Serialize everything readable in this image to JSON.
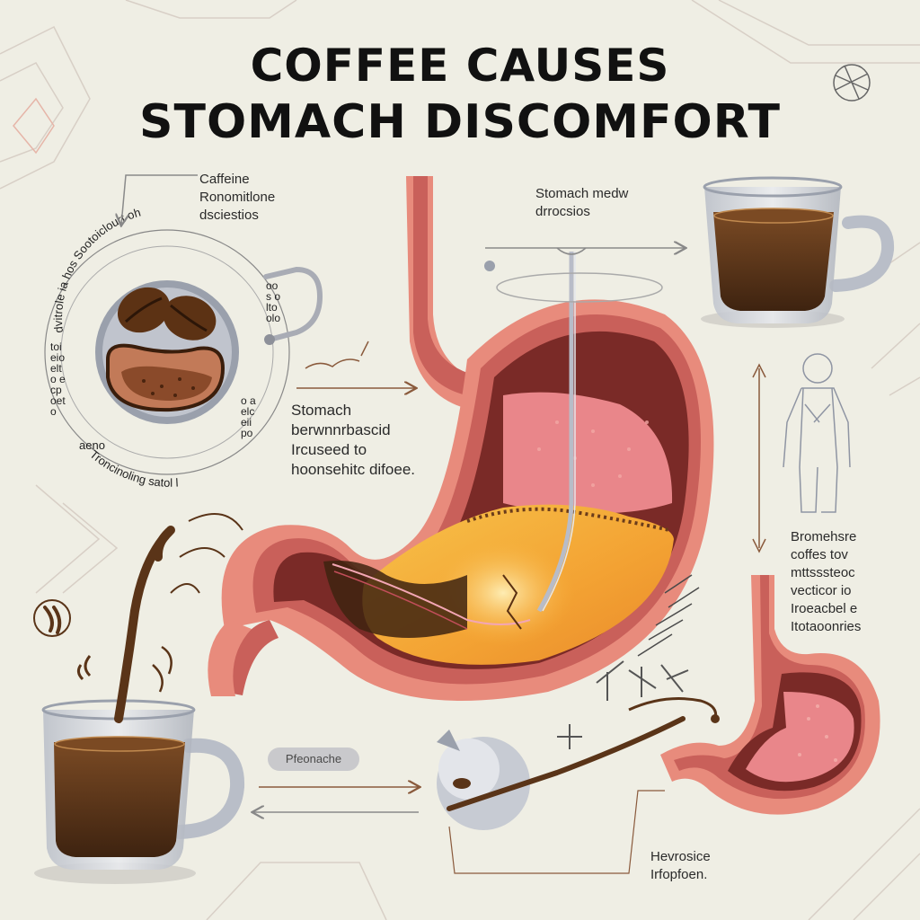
{
  "title": {
    "line1": "COFFEE CAUSES",
    "line2": "STOMACH DISCOMFORT"
  },
  "labels": {
    "caffeine": [
      "Caffeine",
      "Ronomitlone",
      "dsciestios"
    ],
    "stomach_medw": [
      "Stomach medw",
      "drrocsios"
    ],
    "stomach_acid": [
      "Stomach",
      "berwnnrbascid",
      "Ircuseed to",
      "hoonsehitc difoee."
    ],
    "promehsre": [
      "Bromehsre",
      "coffes tov",
      "mttsssteoc",
      "vecticor io",
      "Iroeacbel e",
      "Itotaoonries"
    ],
    "heviosice": [
      "Hevrosice",
      "Irfopfoen."
    ],
    "pill": "Pfeonache"
  },
  "ring_text": {
    "top": "dvitrole ia hos Sootoiclourt oh",
    "left": "toi eioelto ecpoeto",
    "right": "oos o ltoolo",
    "bottom_left": "aeno",
    "bottom": "Troncinoling satol l",
    "bottom_right": "o aelceiipo"
  },
  "colors": {
    "background": "#efeee4",
    "stomach_outer": "#e88b7c",
    "stomach_wall": "#c9605a",
    "stomach_inner_dark": "#7a2a27",
    "stomach_lining": "#e9868a",
    "acid": "#f5a623",
    "coffee": "#5a3418",
    "cup_glass": "#c7cbd3",
    "arrow": "#8a5a3c"
  }
}
